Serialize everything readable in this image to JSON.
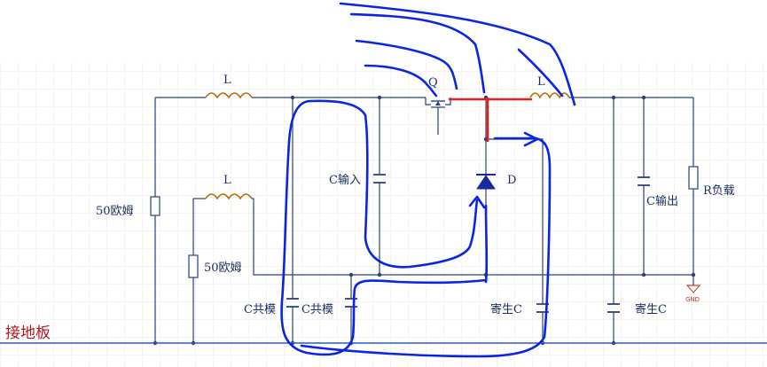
{
  "diagram": {
    "labels": {
      "inductor_top_left": "L",
      "inductor_mid": "L",
      "inductor_top_right": "L",
      "resistor_left": "50欧姆",
      "resistor_mid": "50欧姆",
      "mosfet": "Q",
      "cap_input": "C输入",
      "diode": "D",
      "cap_output": "C输出",
      "resistor_load": "R负载",
      "gnd": "GND",
      "cap_cm1": "C共模",
      "cap_cm2": "C共模",
      "parasitic_1": "寄生C",
      "parasitic_2": "寄生C",
      "ground_plane": "接地板"
    },
    "colors": {
      "wire": "#2a3f7a",
      "current_path": "#e02020",
      "annotation_ink": "#0a24e6",
      "ground_label": "#b0171f",
      "grid": "#e6e1d6"
    }
  }
}
